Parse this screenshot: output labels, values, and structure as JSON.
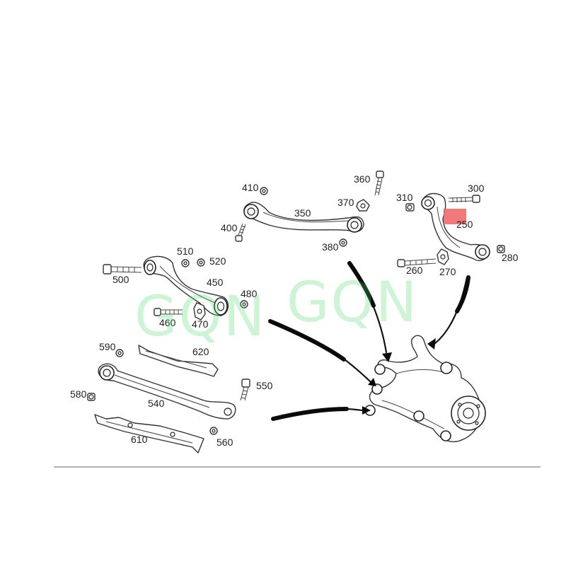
{
  "labels": {
    "p250": "250",
    "p260": "260",
    "p270": "270",
    "p280": "280",
    "p300": "300",
    "p310": "310",
    "p350": "350",
    "p360": "360",
    "p370": "370",
    "p380": "380",
    "p400": "400",
    "p410": "410",
    "p450": "450",
    "p460": "460",
    "p470": "470",
    "p480": "480",
    "p500": "500",
    "p510": "510",
    "p520": "520",
    "p540": "540",
    "p550": "550",
    "p560": "560",
    "p580": "580",
    "p590": "590",
    "p610": "610",
    "p620": "620"
  },
  "watermark": {
    "left": "GQN",
    "right": "GQN",
    "color": "#4fd86a"
  },
  "highlight": {
    "color": "#f06a6a"
  }
}
